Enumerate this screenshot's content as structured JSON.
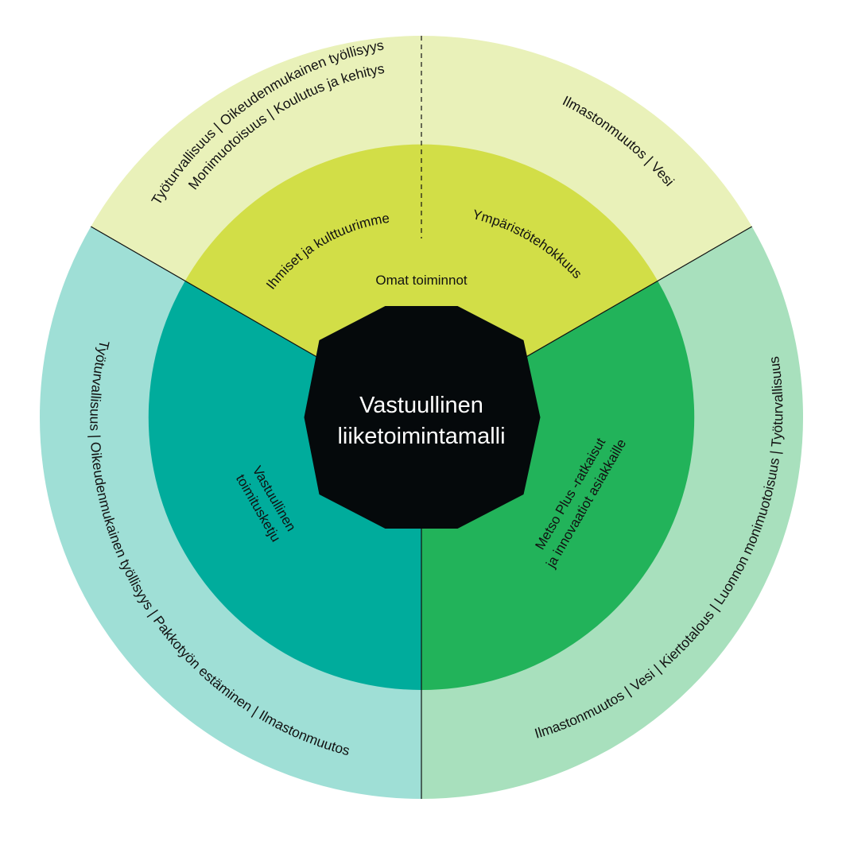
{
  "colors": {
    "outer_top": "#e9f1b9",
    "outer_left": "#9fdfd6",
    "outer_right": "#a8e0bd",
    "inner_top": "#d2de47",
    "inner_left": "#00ac9c",
    "inner_right": "#22b35a",
    "center": "#05090b",
    "divider": "#111111"
  },
  "center": {
    "line1": "Vastuullinen",
    "line2": "liiketoimintamalli"
  },
  "top": {
    "title": "Omat toiminnot",
    "inner_left": "Ihmiset ja kulttuurimme",
    "inner_right": "Ympäristötehokkuus",
    "outer_left_line1": "Työturvallisuus | Oikeudenmukainen työllisyys",
    "outer_left_line2": "Monimuotoisuus | Koulutus ja kehitys",
    "outer_right": "Ilmastonmuutos | Vesi"
  },
  "left": {
    "inner_line1": "Vastuullinen",
    "inner_line2": "toimitusketju",
    "outer": "Työturvallisuus | Oikeudenmukainen työllisyys | Pakkotyön estäminen | Ilmastonmuutos"
  },
  "right": {
    "inner_line1": "Metso Plus -ratkaisut",
    "inner_line2": "ja innovaatiot asiakkaille",
    "outer": "Ilmastonmuutos | Vesi | Kiertotalous | Luonnon monimuotoisuus | Työturvallisuus"
  }
}
